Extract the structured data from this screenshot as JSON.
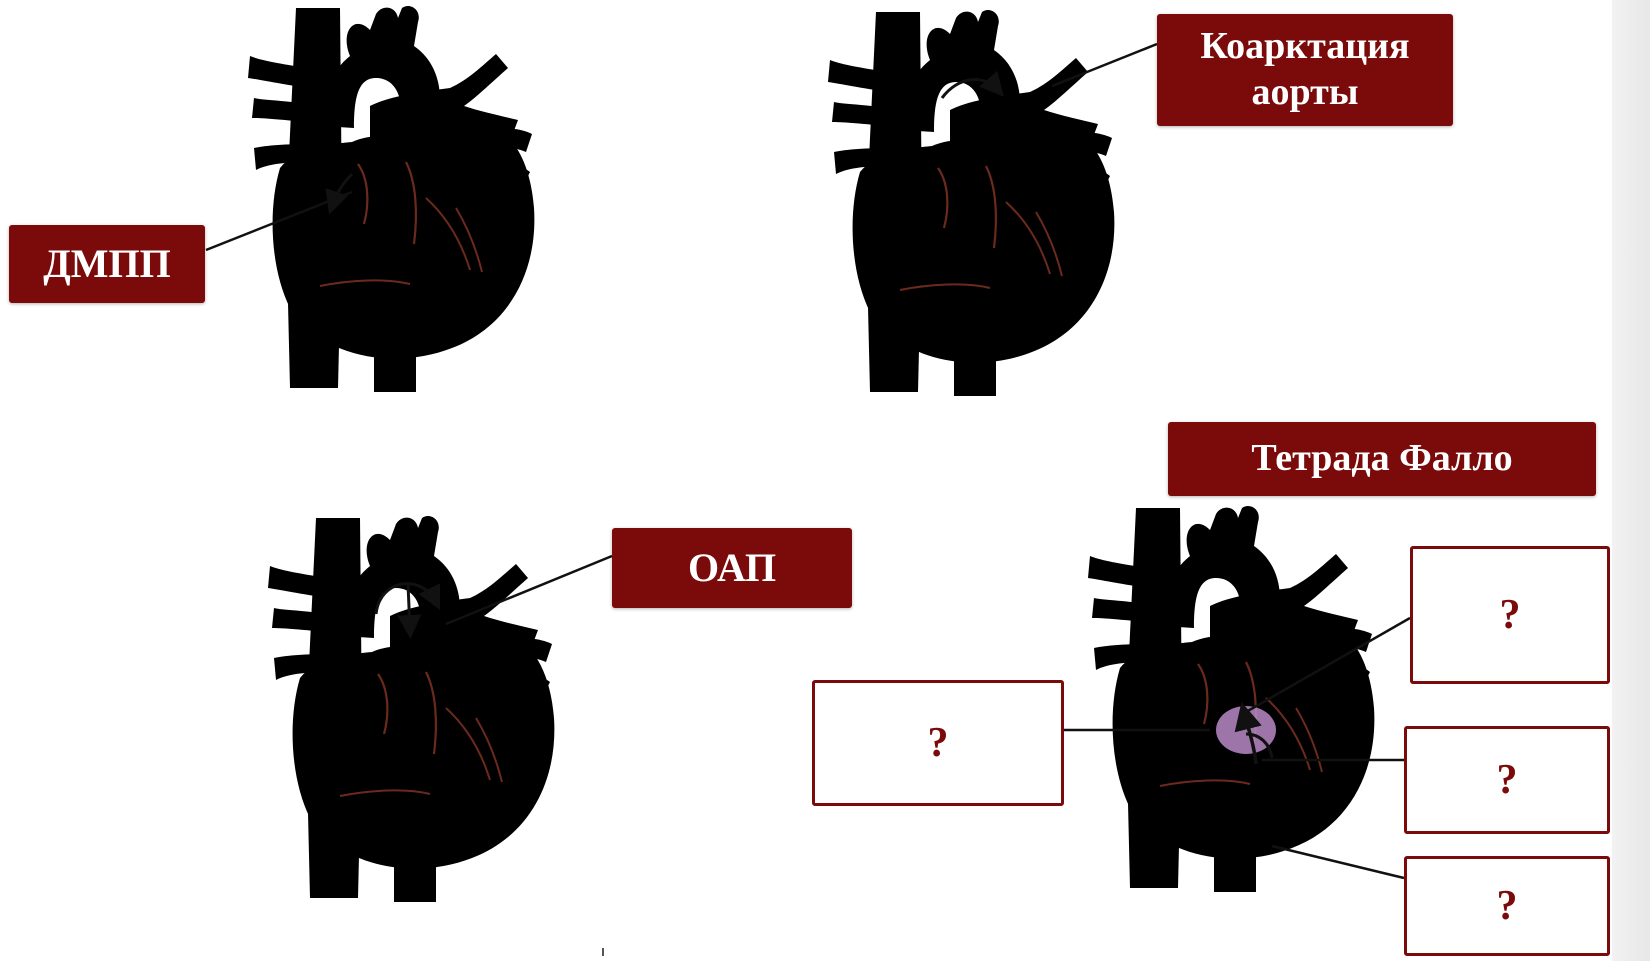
{
  "diagrams": [
    {
      "id": "asd",
      "label": "ДМПП"
    },
    {
      "id": "coarctation",
      "label": "Коарктация аорты"
    },
    {
      "id": "pda",
      "label": "ОАП"
    },
    {
      "id": "tetralogy",
      "label": "Тетрада Фалло",
      "unknown_labels": [
        "?",
        "?",
        "?",
        "?"
      ]
    }
  ],
  "colors": {
    "label_fill": "#7b0a0a",
    "oxygenated": "#d4553b",
    "deoxygenated": "#3a6aa8",
    "mixed": "#8f56a6",
    "myocardium": "#ef8e79",
    "deox_chamber": "#7a95cc",
    "mixed_chamber": "#b98ac6",
    "ox_chamber": "#df7158"
  }
}
